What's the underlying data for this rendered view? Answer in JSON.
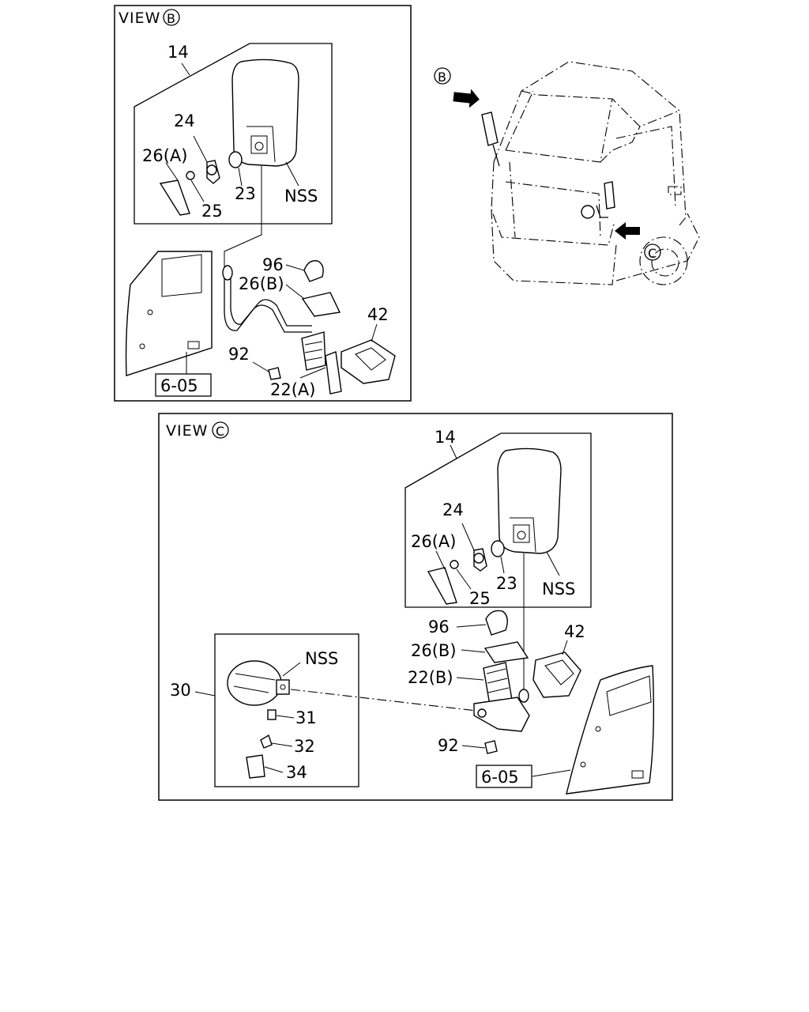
{
  "view_b": {
    "title": "VIEW",
    "marker": "B",
    "labels": {
      "p14": "14",
      "p24": "24",
      "p26a": "26(A)",
      "p23": "23",
      "nss": "NSS",
      "p25": "25",
      "p96": "96",
      "p26b": "26(B)",
      "p42": "42",
      "p92": "92",
      "p22a": "22(A)",
      "ref": "6-05"
    }
  },
  "view_c": {
    "title": "VIEW",
    "marker": "C",
    "labels": {
      "p14": "14",
      "p24": "24",
      "p26a": "26(A)",
      "p23": "23",
      "nss": "NSS",
      "p25": "25",
      "p96": "96",
      "p26b": "26(B)",
      "p42": "42",
      "p22b": "22(B)",
      "p92": "92",
      "ref": "6-05",
      "p30": "30",
      "nss2": "NSS",
      "p31": "31",
      "p32": "32",
      "p34": "34"
    }
  },
  "truck": {
    "marker_b": "B",
    "marker_c": "C"
  }
}
